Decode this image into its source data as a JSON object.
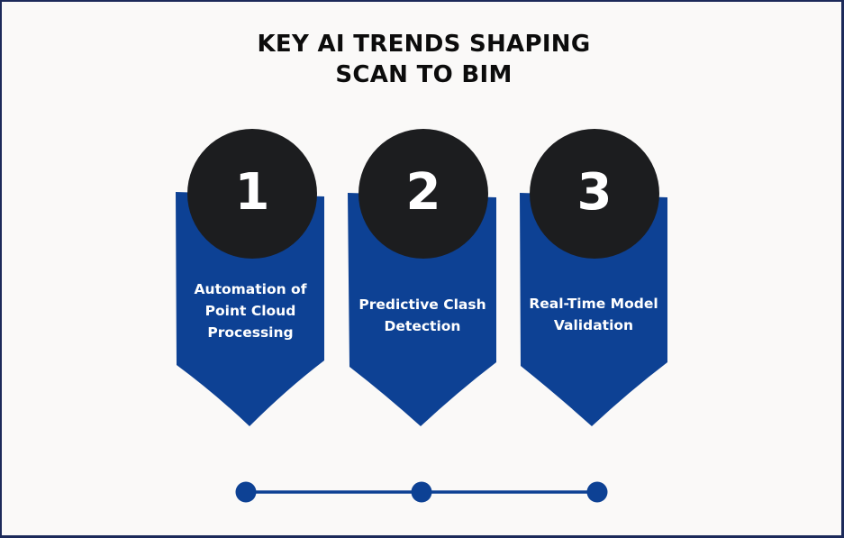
{
  "title": {
    "line1": "KEY AI TRENDS SHAPING",
    "line2": "SCAN TO BIM"
  },
  "colors": {
    "frame_border": "#1c2a5a",
    "background": "#faf9f8",
    "banner_blue": "#0d4194",
    "circle_black": "#1c1d1f",
    "text_white": "#ffffff",
    "title_text": "#0c0c0c"
  },
  "trends": [
    {
      "number": "1",
      "label_lines": [
        "Automation of",
        "Point Cloud",
        "Processing"
      ]
    },
    {
      "number": "2",
      "label_lines": [
        "Predictive Clash",
        "Detection"
      ]
    },
    {
      "number": "3",
      "label_lines": [
        "Real-Time Model",
        "Validation"
      ]
    }
  ],
  "timeline": {
    "dots": 3
  }
}
